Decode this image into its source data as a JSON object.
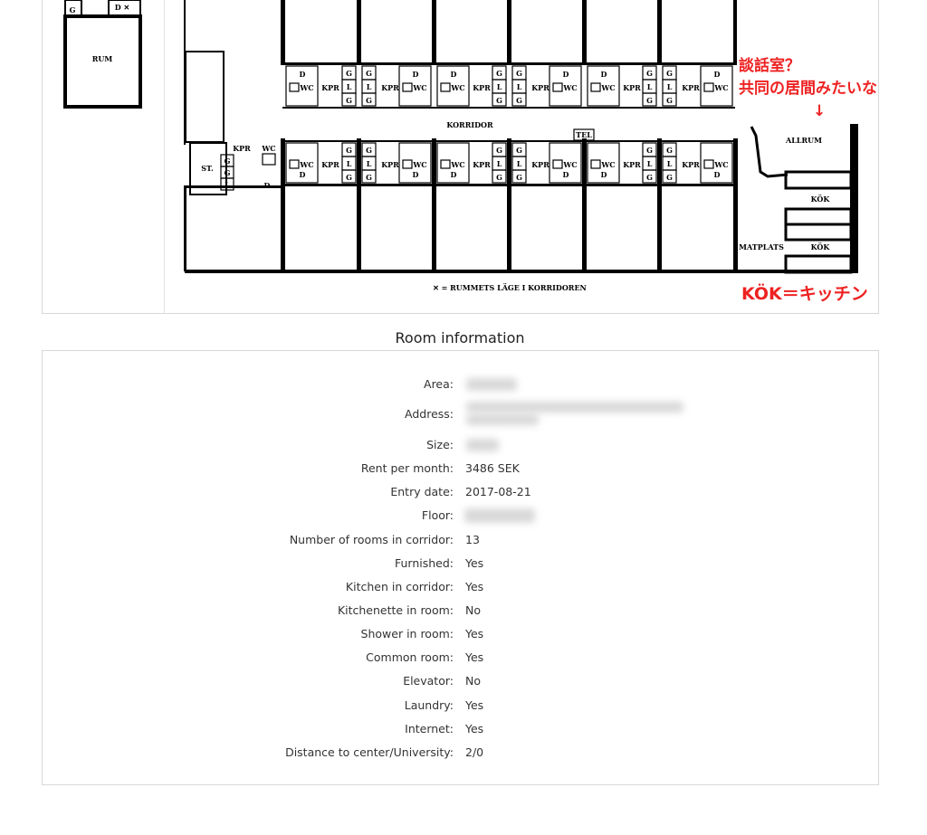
{
  "floor_plan": {
    "labels": {
      "rum": "RUM",
      "korridor": "KORRIDOR",
      "allrum": "ALLRUM",
      "kok": "KÖK",
      "matplats": "MATPLATS",
      "st": "ST.",
      "tel": "TEL",
      "d": "D",
      "wc": "WC",
      "kpr": "KPR",
      "g": "G",
      "l": "L",
      "legend": "✕ = RUMMETS LÄGE I KORRIDOREN"
    },
    "annotations": {
      "line1": "談話室？",
      "line2": "共同の居間みたいな",
      "arrow": "↓",
      "kitchen_note": "KÖK＝キッチン",
      "color": "#ee2222"
    }
  },
  "room_info": {
    "title": "Room information",
    "rows": [
      {
        "label": "Area:",
        "value": null,
        "blurred": true
      },
      {
        "label": "Address:",
        "value": null,
        "blurred": true
      },
      {
        "label": "Size:",
        "value": null,
        "blurred": true
      },
      {
        "label": "Rent per month:",
        "value": "3486 SEK"
      },
      {
        "label": "Entry date:",
        "value": "2017-08-21"
      },
      {
        "label": "Floor:",
        "value": null,
        "blurred": true
      },
      {
        "label": "Number of rooms in corridor:",
        "value": "13"
      },
      {
        "label": "Furnished:",
        "value": "Yes"
      },
      {
        "label": "Kitchen in corridor:",
        "value": "Yes"
      },
      {
        "label": "Kitchenette in room:",
        "value": "No"
      },
      {
        "label": "Shower in room:",
        "value": "Yes"
      },
      {
        "label": "Common room:",
        "value": "Yes"
      },
      {
        "label": "Elevator:",
        "value": "No"
      },
      {
        "label": "Laundry:",
        "value": "Yes"
      },
      {
        "label": "Internet:",
        "value": "Yes"
      },
      {
        "label": "Distance to center/University:",
        "value": "2/0"
      }
    ]
  }
}
